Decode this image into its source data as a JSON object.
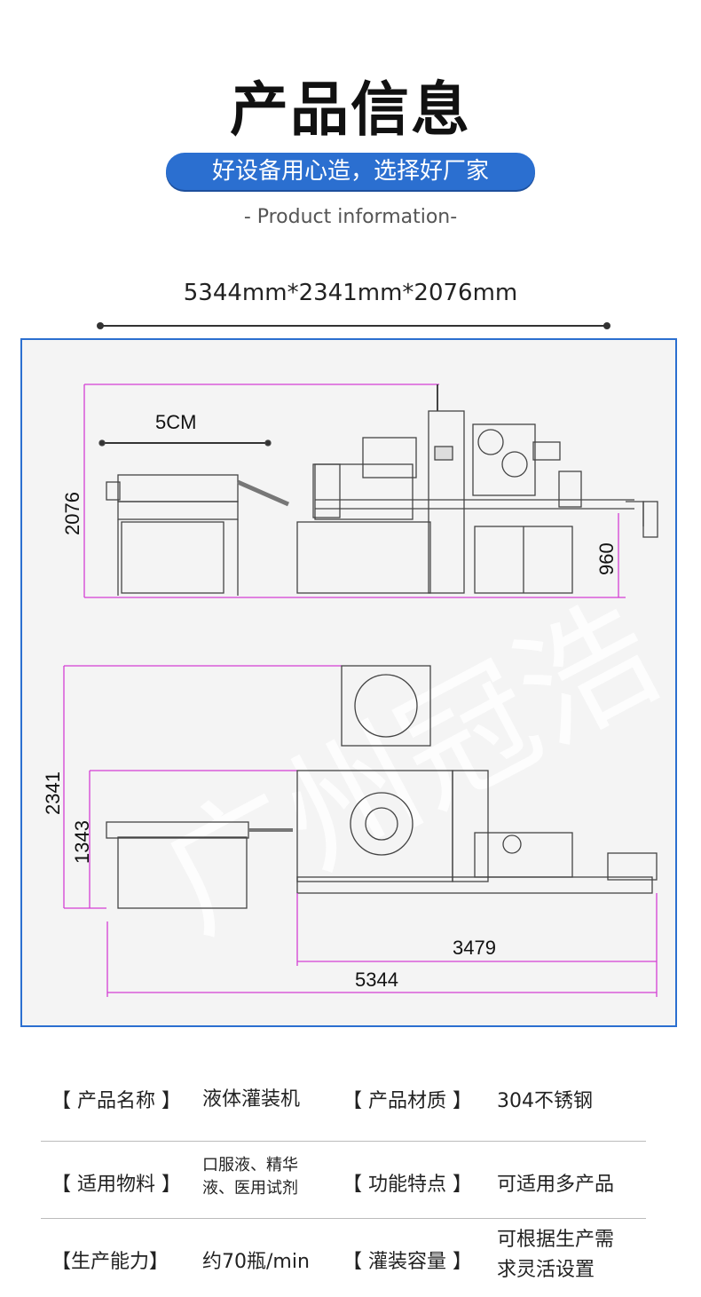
{
  "header": {
    "title": "产品信息",
    "slogan": "好设备用心造，选择好厂家",
    "subtitle": "- Product information-",
    "dimensions": "5344mm*2341mm*2076mm"
  },
  "drawing": {
    "scale_label": "5CM",
    "front_height": "2076",
    "table_height": "960",
    "overall_width_top": "2341",
    "inner_width": "1343",
    "main_length": "3479",
    "overall_length": "5344",
    "watermark": "广州冠浩"
  },
  "specs": [
    {
      "label1": "【 产品名称 】",
      "value1": "液体灌装机",
      "label2": "【 产品材质 】",
      "value2": "304不锈钢"
    },
    {
      "label1": "【 适用物料 】",
      "value1": "口服液、精华液、医用试剂",
      "value1_lines": [
        "口服液、精华",
        "液、医用试剂"
      ],
      "label2": "【 功能特点 】",
      "value2": "可适用多产品"
    },
    {
      "label1": "【生产能力】",
      "value1": "约70瓶/min",
      "label2": "【 灌装容量 】",
      "value2": "可根据生产需求灵活设置",
      "value2_lines": [
        "可根据生产需",
        "求灵活设置"
      ]
    }
  ]
}
